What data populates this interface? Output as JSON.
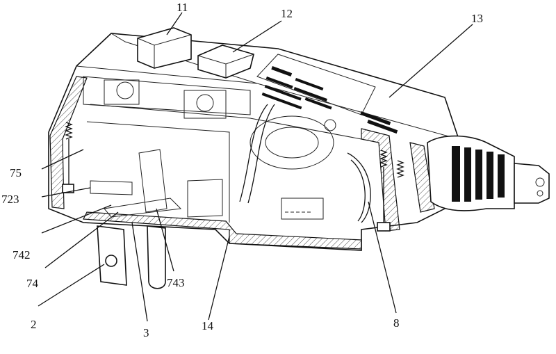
{
  "labels": {
    "l11": "11",
    "l12": "12",
    "l13": "13",
    "l75": "75",
    "l723": "723",
    "l742": "742",
    "l74": "74",
    "l743": "743",
    "l2": "2",
    "l3": "3",
    "l14": "14",
    "l8": "8"
  }
}
